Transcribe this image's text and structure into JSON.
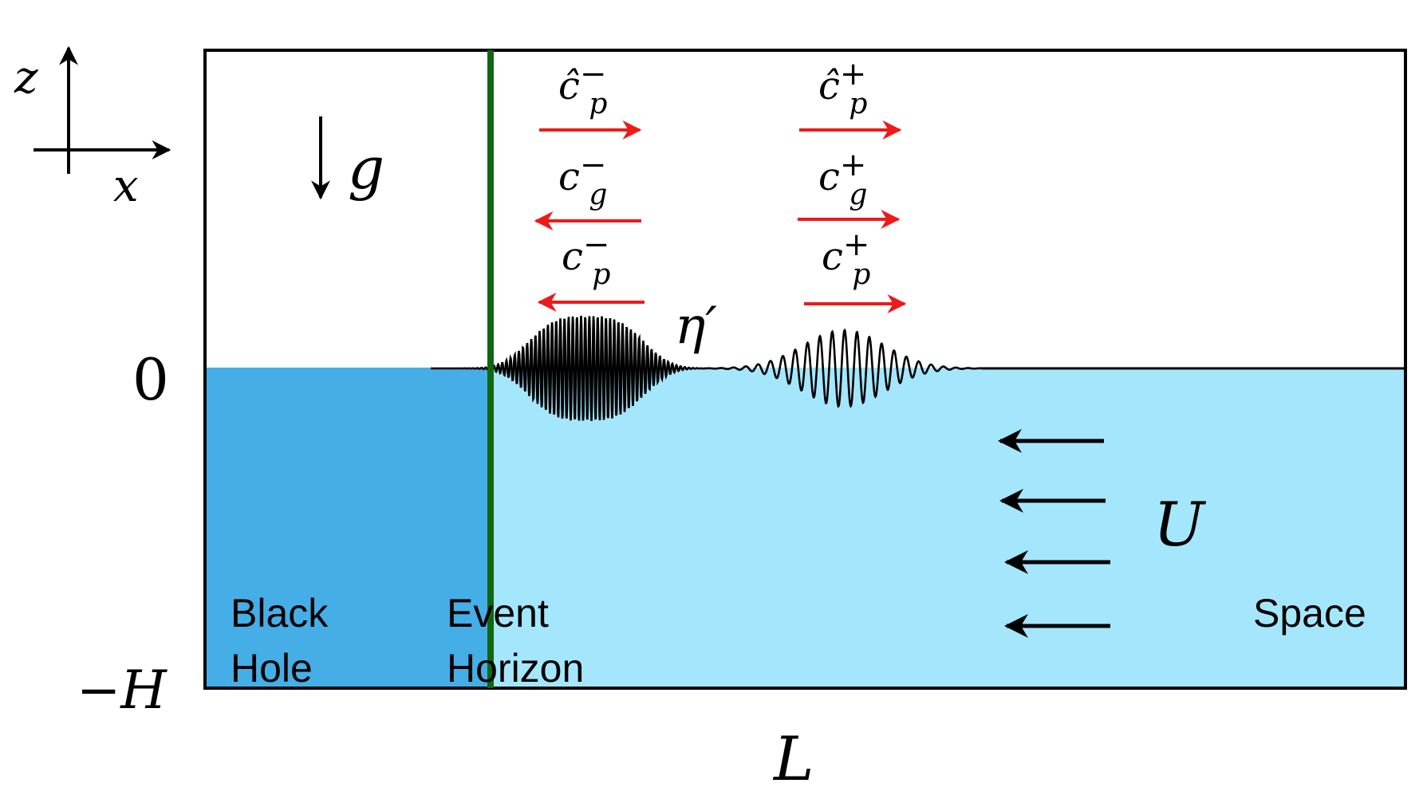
{
  "colors": {
    "black_hole_fluid": "#45aee6",
    "outer_fluid": "#a4e7fc",
    "horizon_line": "#116611",
    "velocity_arrows": "#ee1a1a",
    "flow_arrows": "#000000"
  },
  "axes": {
    "z_label": "z",
    "x_label": "x"
  },
  "gravity": {
    "label": "g"
  },
  "levels": {
    "surface": "0",
    "bottom": "−H",
    "length": "L"
  },
  "regions": {
    "black_hole": [
      "Black",
      "Hole"
    ],
    "event_horizon": [
      "Event",
      "Horizon"
    ],
    "space": "Space"
  },
  "flow": {
    "label": "U"
  },
  "surface_label": {
    "symbol": "η",
    "prime": "′"
  },
  "speeds": {
    "left": [
      {
        "base": "ĉ",
        "sup": "−",
        "sub": "p",
        "direction": "right"
      },
      {
        "base": "c",
        "sup": "−",
        "sub": "g",
        "direction": "left"
      },
      {
        "base": "c",
        "sup": "−",
        "sub": "p",
        "direction": "left"
      }
    ],
    "right": [
      {
        "base": "ĉ",
        "sup": "+",
        "sub": "p",
        "direction": "right"
      },
      {
        "base": "c",
        "sup": "+",
        "sub": "g",
        "direction": "right"
      },
      {
        "base": "c",
        "sup": "+",
        "sub": "p",
        "direction": "right"
      }
    ]
  }
}
